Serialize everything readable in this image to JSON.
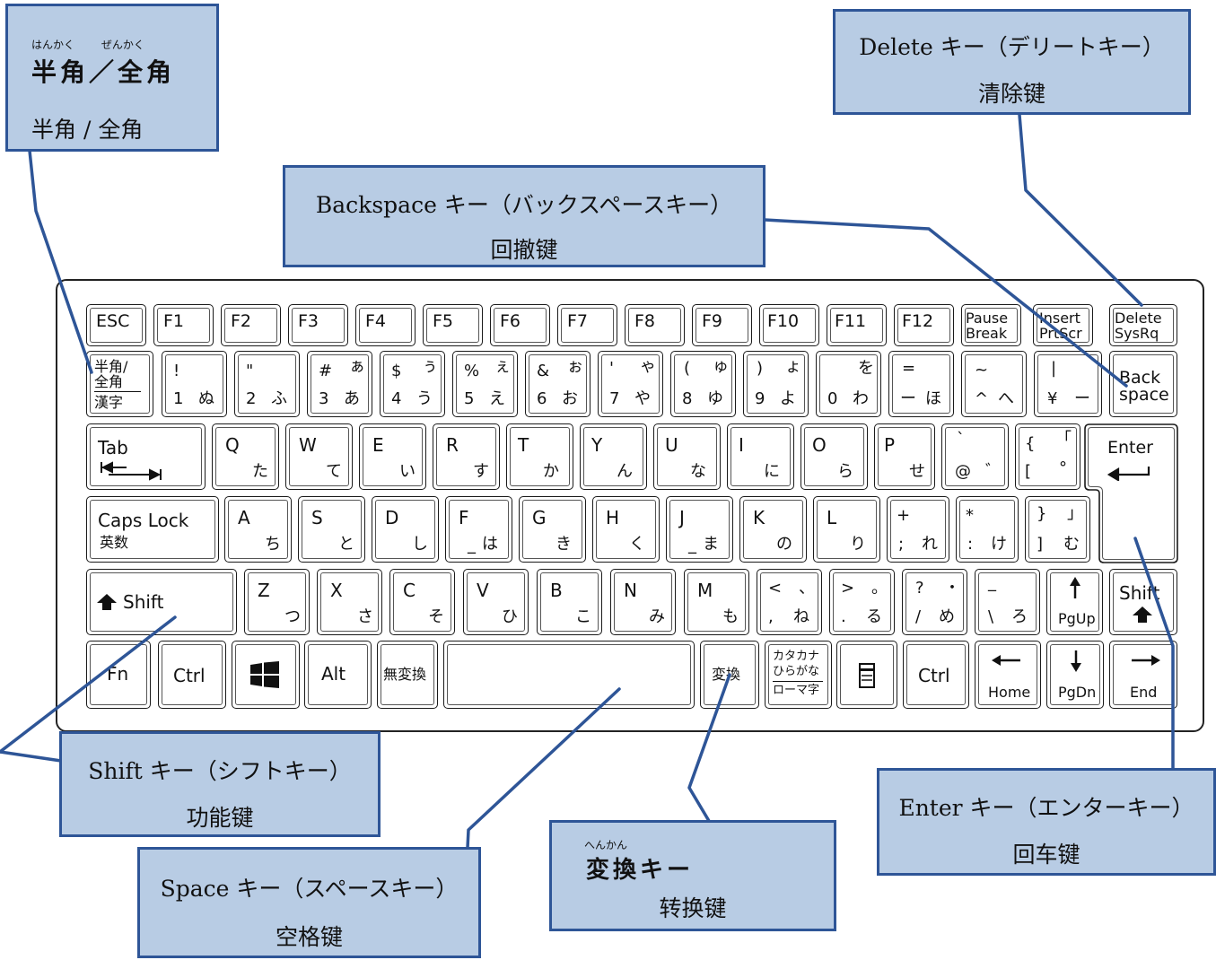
{
  "callouts": {
    "hankaku": {
      "ruby_left": "はんかく",
      "ruby_right": "ぜんかく",
      "title": "半角／全角",
      "translation": "半角 / 全角"
    },
    "delete": {
      "title": "Delete キー（デリートキー）",
      "translation": "清除键"
    },
    "backspace": {
      "title": "Backspace キー（バックスペースキー）",
      "translation": "回撤键"
    },
    "shift": {
      "title": "Shift キー（シフトキー）",
      "translation": "功能键"
    },
    "space": {
      "title": "Space キー（スペースキー）",
      "translation": "空格键"
    },
    "henkan": {
      "ruby": "へんかん",
      "title": "変換キー",
      "translation": "转换键"
    },
    "enter": {
      "title": "Enter キー（エンターキー）",
      "translation": "回车键"
    }
  },
  "keys": {
    "esc": "ESC",
    "f1": "F1",
    "f2": "F2",
    "f3": "F3",
    "f4": "F4",
    "f5": "F5",
    "f6": "F6",
    "f7": "F7",
    "f8": "F8",
    "f9": "F9",
    "f10": "F10",
    "f11": "F11",
    "f12": "F12",
    "pause_1": "Pause",
    "pause_2": "Break",
    "insert_1": "Insert",
    "insert_2": "PrtScr",
    "delete_1": "Delete",
    "delete_2": "SysRq",
    "hz_1": "半角/",
    "hz_2": "全角",
    "hz_3": "漢字",
    "n1": [
      "!",
      "",
      "1",
      "ぬ"
    ],
    "n2": [
      "\"",
      "",
      "2",
      "ふ"
    ],
    "n3": [
      "#",
      "ぁ",
      "3",
      "あ"
    ],
    "n4": [
      "$",
      "ぅ",
      "4",
      "う"
    ],
    "n5": [
      "%",
      "ぇ",
      "5",
      "え"
    ],
    "n6": [
      "&",
      "ぉ",
      "6",
      "お"
    ],
    "n7": [
      "'",
      "ゃ",
      "7",
      "や"
    ],
    "n8": [
      "(",
      "ゅ",
      "8",
      "ゆ"
    ],
    "n9": [
      ")",
      "ょ",
      "9",
      "よ"
    ],
    "n0": [
      "",
      "を",
      "0",
      "わ"
    ],
    "minus": [
      "=",
      "",
      "ー",
      "ほ"
    ],
    "caret": [
      "~",
      "",
      "^",
      "へ"
    ],
    "yen": [
      "|",
      "",
      "¥",
      "ー"
    ],
    "back_1": "Back",
    "back_2": "space",
    "tab": "Tab",
    "q": [
      "Q",
      "た"
    ],
    "w": [
      "W",
      "て"
    ],
    "e": [
      "E",
      "い"
    ],
    "r": [
      "R",
      "す"
    ],
    "t": [
      "T",
      "か"
    ],
    "y": [
      "Y",
      "ん"
    ],
    "u": [
      "U",
      "な"
    ],
    "i": [
      "I",
      "に"
    ],
    "o": [
      "O",
      "ら"
    ],
    "p": [
      "P",
      "せ"
    ],
    "at": [
      "`",
      "",
      "@",
      "゛"
    ],
    "bracket_l": [
      "{",
      "「",
      "[",
      "°"
    ],
    "enter": "Enter",
    "caps_1": "Caps Lock",
    "caps_2": "英数",
    "a": [
      "A",
      "ち"
    ],
    "s": [
      "S",
      "と"
    ],
    "d": [
      "D",
      "し"
    ],
    "f": [
      "F",
      "は"
    ],
    "g": [
      "G",
      "き"
    ],
    "h": [
      "H",
      "く"
    ],
    "j": [
      "J",
      "ま"
    ],
    "k": [
      "K",
      "の"
    ],
    "l": [
      "L",
      "り"
    ],
    "semi": [
      "+",
      "",
      ";",
      "れ"
    ],
    "colon": [
      "*",
      "",
      ":",
      "け"
    ],
    "bracket_r": [
      "}",
      "」",
      "]",
      "む"
    ],
    "shift": "Shift",
    "z": [
      "Z",
      "つ"
    ],
    "x": [
      "X",
      "さ"
    ],
    "c": [
      "C",
      "そ"
    ],
    "v": [
      "V",
      "ひ"
    ],
    "b": [
      "B",
      "こ"
    ],
    "n": [
      "N",
      "み"
    ],
    "m": [
      "M",
      "も"
    ],
    "comma": [
      "<",
      "、",
      ",",
      "ね"
    ],
    "period": [
      ">",
      "。",
      ".",
      "る"
    ],
    "slash": [
      "?",
      "・",
      "/",
      "め"
    ],
    "backslash": [
      "_",
      "",
      "\\",
      "ろ"
    ],
    "pgup": "PgUp",
    "shift_r": "Shift",
    "fn": "Fn",
    "ctrl": "Ctrl",
    "alt": "Alt",
    "muhenkan": "無変換",
    "henkan": "変換",
    "kana_1": "カタカナ",
    "kana_2": "ひらがな",
    "kana_3": "ローマ字",
    "ctrl_r": "Ctrl",
    "home": "Home",
    "pgdn": "PgDn",
    "end": "End"
  },
  "colors": {
    "box_fill": "#b8cce4",
    "box_border": "#2e5597",
    "leader_line": "#2e5597"
  }
}
